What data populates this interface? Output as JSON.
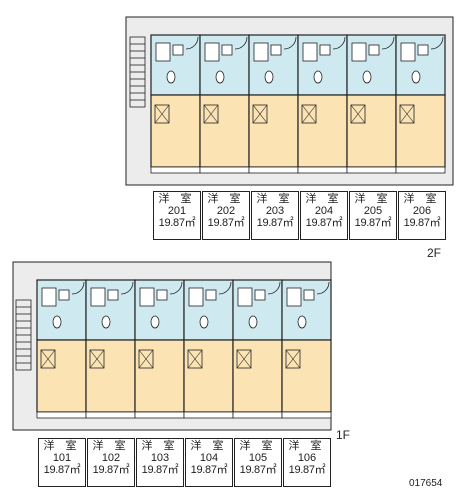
{
  "floors": [
    {
      "floor_label": "2F",
      "units": [
        {
          "room_type": "洋 室",
          "number": "201",
          "area": "19.87㎡"
        },
        {
          "room_type": "洋 室",
          "number": "202",
          "area": "19.87㎡"
        },
        {
          "room_type": "洋 室",
          "number": "203",
          "area": "19.87㎡"
        },
        {
          "room_type": "洋 室",
          "number": "204",
          "area": "19.87㎡"
        },
        {
          "room_type": "洋 室",
          "number": "205",
          "area": "19.87㎡"
        },
        {
          "room_type": "洋 室",
          "number": "206",
          "area": "19.87㎡"
        }
      ]
    },
    {
      "floor_label": "1F",
      "units": [
        {
          "room_type": "洋 室",
          "number": "101",
          "area": "19.87㎡"
        },
        {
          "room_type": "洋 室",
          "number": "102",
          "area": "19.87㎡"
        },
        {
          "room_type": "洋 室",
          "number": "103",
          "area": "19.87㎡"
        },
        {
          "room_type": "洋 室",
          "number": "104",
          "area": "19.87㎡"
        },
        {
          "room_type": "洋 室",
          "number": "105",
          "area": "19.87㎡"
        },
        {
          "room_type": "洋 室",
          "number": "106",
          "area": "19.87㎡"
        }
      ]
    }
  ],
  "plan_code": "017654",
  "colors": {
    "wet_area": "#cfe9f1",
    "living_area": "#fbe3b4",
    "corridor": "#ececec",
    "wall": "#222222"
  }
}
